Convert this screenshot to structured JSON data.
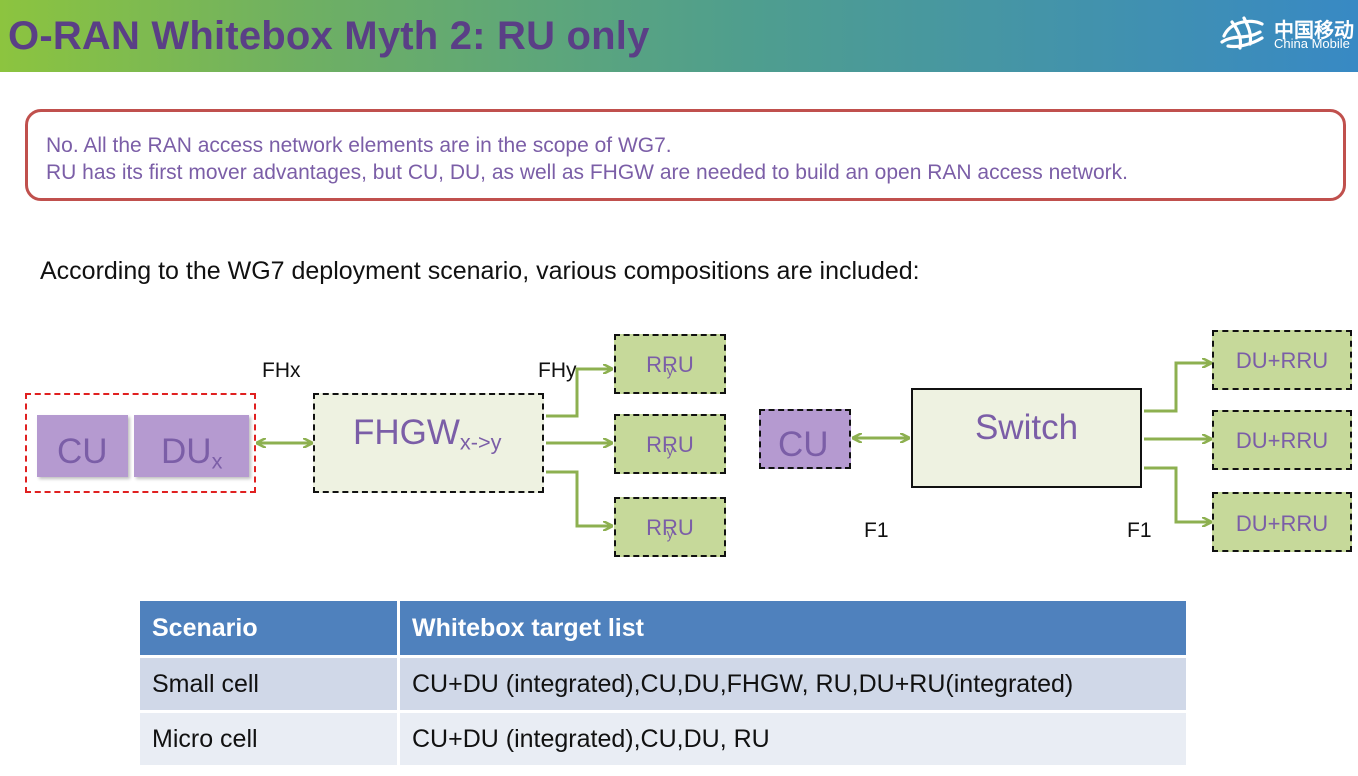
{
  "title": "O-RAN Whitebox Myth 2: RU only",
  "logo": {
    "cn": "中国移动",
    "en": "China Mobile"
  },
  "callout": {
    "line1": "No. All the RAN access network elements are in the scope of WG7.",
    "line2": "RU has its first mover advantages, but CU, DU, as well as FHGW are needed to build an open RAN access network."
  },
  "intro": "According to the WG7 deployment scenario, various compositions are included:",
  "diagram_left": {
    "cu": "CU",
    "du": "DU",
    "du_sub": "x",
    "fhgw": "FHGW",
    "fhgw_sub": "x->y",
    "fhx": "FHx",
    "fhy": "FHy",
    "rru": "RRU",
    "rru_sub": "y"
  },
  "diagram_right": {
    "cu": "CU",
    "switch": "Switch",
    "du_rru": "DU+RRU",
    "f1_left": "F1",
    "f1_right": "F1"
  },
  "colors": {
    "arrow": "#8db050",
    "purple_text": "#7b5ea7",
    "table_header": "#4f81bd",
    "callout_border": "#c0504d"
  },
  "table": {
    "headers": [
      "Scenario",
      "Whitebox target list"
    ],
    "rows": [
      [
        "Small cell",
        "CU+DU (integrated),CU,DU,FHGW, RU,DU+RU(integrated)"
      ],
      [
        "Micro cell",
        "CU+DU (integrated),CU,DU, RU"
      ]
    ]
  }
}
